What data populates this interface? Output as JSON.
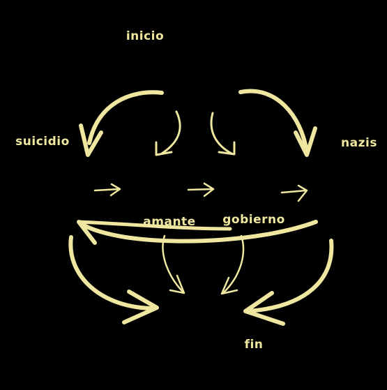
{
  "nodes": {
    "inicio": "inicio",
    "suicidio": "suicidio",
    "nazis": "nazis",
    "amante": "amante",
    "gobierno": "gobierno",
    "fin": "fin"
  },
  "colors": {
    "background": "#000000",
    "ink": "#efe7a0"
  }
}
